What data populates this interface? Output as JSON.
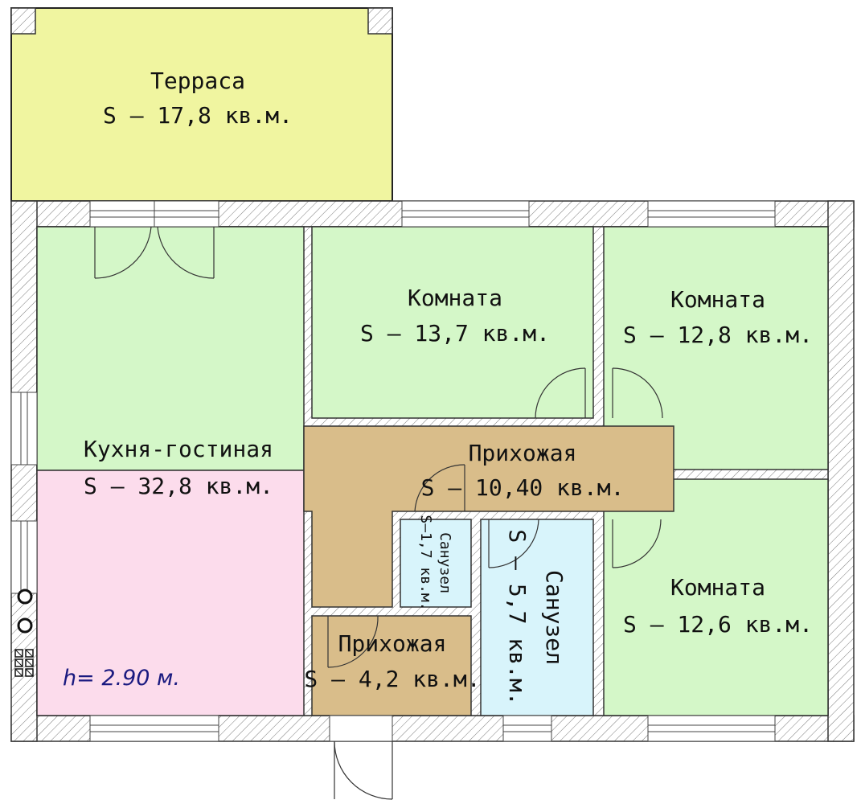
{
  "plan": {
    "height_label": "h= 2.90 м.",
    "colors": {
      "terrace": "#f0f5a0",
      "living": "#d4f7c8",
      "kitchen": "#fcdcec",
      "hall": "#d9bd8a",
      "bath": "#d8f4fb",
      "room": "#d4f7c8",
      "wall_line": "#333333"
    },
    "rooms": [
      {
        "id": "terrace",
        "name": "Терраса",
        "area": "S – 17,8 кв.м."
      },
      {
        "id": "kitchen_living",
        "name": "Кухня-гостиная",
        "area": "S – 32,8 кв.м."
      },
      {
        "id": "room1",
        "name": "Комната",
        "area": "S – 13,7 кв.м."
      },
      {
        "id": "room2",
        "name": "Комната",
        "area": "S – 12,8 кв.м."
      },
      {
        "id": "room3",
        "name": "Комната",
        "area": "S – 12,6 кв.м."
      },
      {
        "id": "hall_large",
        "name": "Прихожая",
        "area": "S – 10,40 кв.м."
      },
      {
        "id": "hall_small",
        "name": "Прихожая",
        "area": "S – 4,2 кв.м."
      },
      {
        "id": "wc_small",
        "name": "Санузел",
        "area": "S–1,7 кв.м."
      },
      {
        "id": "bath_large",
        "name": "Санузел",
        "area": "S – 5,7 кв.м."
      }
    ],
    "icons": [
      "stove-burner-icon",
      "stove-burner-icon",
      "stove-control-icon"
    ]
  }
}
